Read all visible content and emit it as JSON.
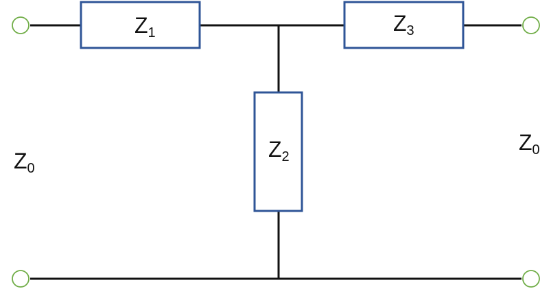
{
  "colors": {
    "wire": "#111111",
    "box_border": "#2f5597",
    "terminal": "#70ad47",
    "text": "#111111"
  },
  "components": {
    "z1": {
      "letter": "Z",
      "subscript": "1"
    },
    "z2": {
      "letter": "Z",
      "subscript": "2"
    },
    "z3": {
      "letter": "Z",
      "subscript": "3"
    }
  },
  "ports": {
    "left": {
      "letter": "Z",
      "subscript": "0"
    },
    "right": {
      "letter": "Z",
      "subscript": "0"
    }
  }
}
